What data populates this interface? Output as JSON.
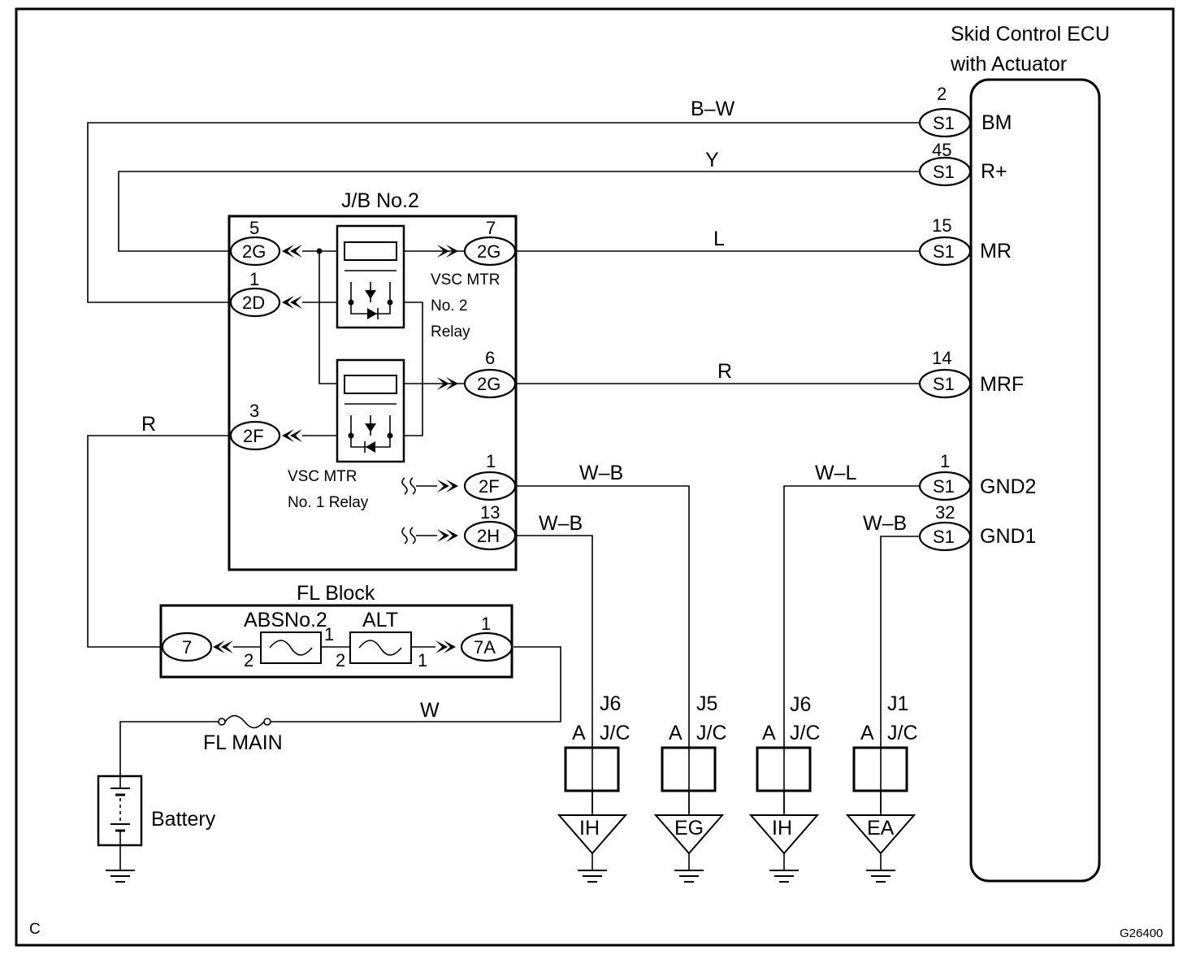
{
  "ecu": {
    "title_line1": "Skid Control ECU",
    "title_line2": "with Actuator"
  },
  "ecu_pins": [
    {
      "num": "2",
      "conn": "S1",
      "name": "BM",
      "wire": "B–W"
    },
    {
      "num": "45",
      "conn": "S1",
      "name": "R+",
      "wire": "Y"
    },
    {
      "num": "15",
      "conn": "S1",
      "name": "MR",
      "wire": "L"
    },
    {
      "num": "14",
      "conn": "S1",
      "name": "MRF",
      "wire": "R"
    },
    {
      "num": "1",
      "conn": "S1",
      "name": "GND2",
      "wire": "W–L"
    },
    {
      "num": "32",
      "conn": "S1",
      "name": "GND1",
      "wire": "W–B"
    }
  ],
  "jb": {
    "title": "J/B No.2",
    "left_pins": [
      {
        "num": "5",
        "conn": "2G"
      },
      {
        "num": "1",
        "conn": "2D"
      },
      {
        "num": "3",
        "conn": "2F"
      }
    ],
    "right_pins": [
      {
        "num": "7",
        "conn": "2G"
      },
      {
        "num": "6",
        "conn": "2G"
      },
      {
        "num": "1",
        "conn": "2F",
        "wire": "W–B"
      },
      {
        "num": "13",
        "conn": "2H",
        "wire": "W–B"
      }
    ],
    "relay2": [
      "VSC MTR",
      "No. 2",
      "Relay"
    ],
    "relay1": [
      "VSC MTR",
      "No. 1 Relay"
    ]
  },
  "left_wire": "R",
  "fl_block": {
    "title": "FL Block",
    "left_conn": "7",
    "right_conn": "7A",
    "right_num": "1",
    "fuse1": {
      "name": "ABSNo.2",
      "pin_right": "1",
      "pin_left": "2"
    },
    "fuse2": {
      "name": "ALT",
      "pin_left": "2",
      "pin_right": "1"
    }
  },
  "battery_wire": "W",
  "fl_main": "FL MAIN",
  "battery": "Battery",
  "junctions": [
    {
      "id": "J6",
      "conn": "A",
      "type": "J/C",
      "ground": "IH"
    },
    {
      "id": "J5",
      "conn": "A",
      "type": "J/C",
      "ground": "EG"
    },
    {
      "id": "J6",
      "conn": "A",
      "type": "J/C",
      "ground": "IH"
    },
    {
      "id": "J1",
      "conn": "A",
      "type": "J/C",
      "ground": "EA"
    }
  ],
  "corner_letter": "C",
  "figure_code": "G26400"
}
